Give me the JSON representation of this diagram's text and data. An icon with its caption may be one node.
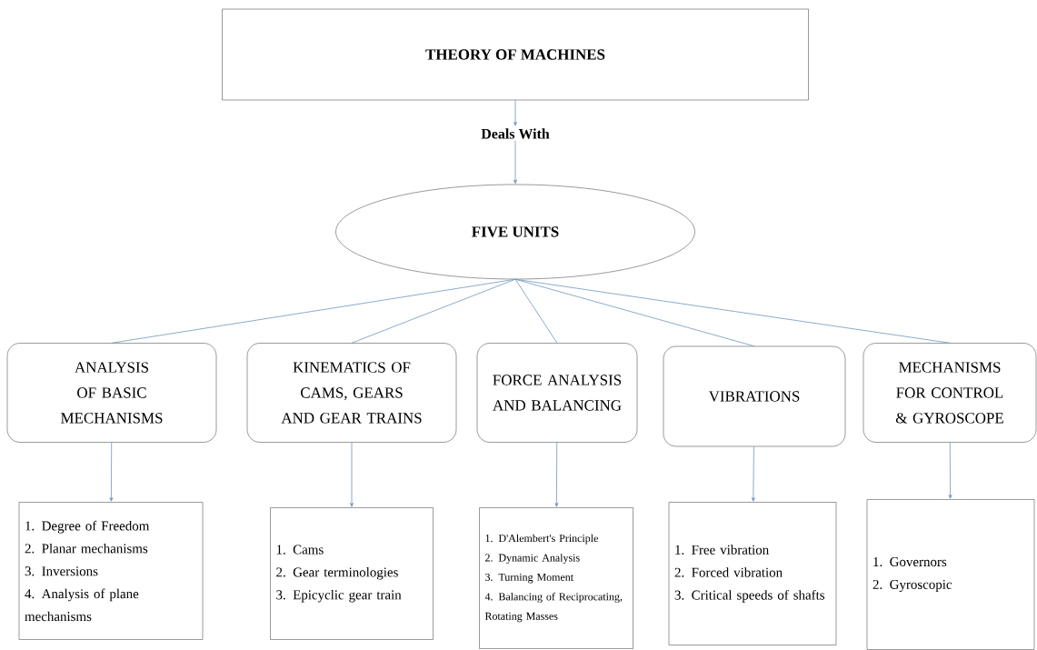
{
  "diagram": {
    "nodes": [
      {
        "text": [
          "THEORY OF MACHINES"
        ]
      },
      {
        "text": [
          "Deals With"
        ]
      },
      {
        "text": [
          "FIVE UNITS"
        ]
      },
      {
        "text": [
          "ANALYSIS OF BASIC MECHANISMS"
        ]
      },
      {
        "text": [
          "KINEMATICS OF CAMS, GEARS AND GEAR TRAINS"
        ]
      },
      {
        "text": [
          "FORCE ANALYSIS AND BALANCING"
        ]
      },
      {
        "text": [
          "VIBRATIONS"
        ]
      },
      {
        "text": [
          "MECHANISMS FOR CONTROL & GYROSCOPE"
        ]
      },
      {
        "text": [
          "1. Degree of Freedom",
          "2. Planar mechanisms",
          "3. Inversions",
          "4. Analysis of plane mechanisms"
        ]
      },
      {
        "text": [
          "1. Cams",
          "2. Gear terminologies",
          "3. Epicyclic gear train"
        ]
      },
      {
        "text": [
          "1. D'Alembert's Principle",
          "2. Dynamic Analysis",
          "3. Turning Moment",
          "4. Balancing of Reciprocating, Rotating Masses"
        ]
      },
      {
        "text": [
          "1. Free vibration",
          "2. Forced vibration",
          "3. Critical speeds of shafts"
        ]
      },
      {
        "text": [
          "1. Governors",
          "2. Gyroscopic"
        ]
      }
    ],
    "edges": [
      {
        "from": 0,
        "to": 1,
        "arrow": "to"
      },
      {
        "from": 1,
        "to": 2,
        "arrow": "to"
      },
      {
        "from": 2,
        "to": 3,
        "arrow": "none"
      },
      {
        "from": 2,
        "to": 4,
        "arrow": "none"
      },
      {
        "from": 2,
        "to": 5,
        "arrow": "none"
      },
      {
        "from": 2,
        "to": 6,
        "arrow": "none"
      },
      {
        "from": 2,
        "to": 7,
        "arrow": "none"
      },
      {
        "from": 3,
        "to": 8,
        "arrow": "to"
      },
      {
        "from": 4,
        "to": 9,
        "arrow": "to"
      },
      {
        "from": 5,
        "to": 10,
        "arrow": "to"
      },
      {
        "from": 6,
        "to": 11,
        "arrow": "to"
      },
      {
        "from": 7,
        "to": 12,
        "arrow": "to"
      }
    ]
  }
}
